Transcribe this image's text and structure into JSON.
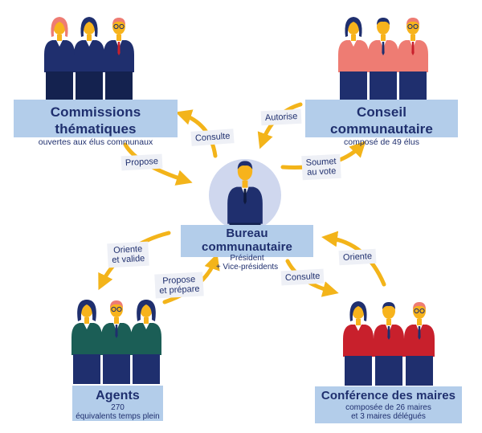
{
  "nodes": {
    "commissions": {
      "title": "Commissions thématiques",
      "sub": "ouvertes aux élus communaux"
    },
    "conseil": {
      "title": "Conseil communautaire",
      "sub": "composé de 49 élus"
    },
    "bureau": {
      "title": "Bureau communautaire",
      "sub1": "Président",
      "sub2": "+ Vice-présidents"
    },
    "agents": {
      "title": "Agents",
      "sub1": "270",
      "sub2": "équivalents temps plein"
    },
    "conference": {
      "title": "Conférence des maires",
      "sub1": "composée de 26 maires",
      "sub2": "et 3 maires délégués"
    }
  },
  "edges": {
    "propose": "Propose",
    "consulte_top": "Consulte",
    "autorise": "Autorise",
    "soumet": "Soumet\nau vote",
    "oriente_valide": "Oriente\net valide",
    "propose_prepare": "Propose\net prépare",
    "consulte_bottom": "Consulte",
    "oriente": "Oriente"
  },
  "colors": {
    "navy": "#1f2f6e",
    "box": "#b3cdea",
    "arrow": "#f3b41a",
    "salmon": "#ee7c73",
    "green": "#1b5e56",
    "red": "#c8202c",
    "skin": "#f7b31c",
    "circle": "#cfd7ee"
  }
}
